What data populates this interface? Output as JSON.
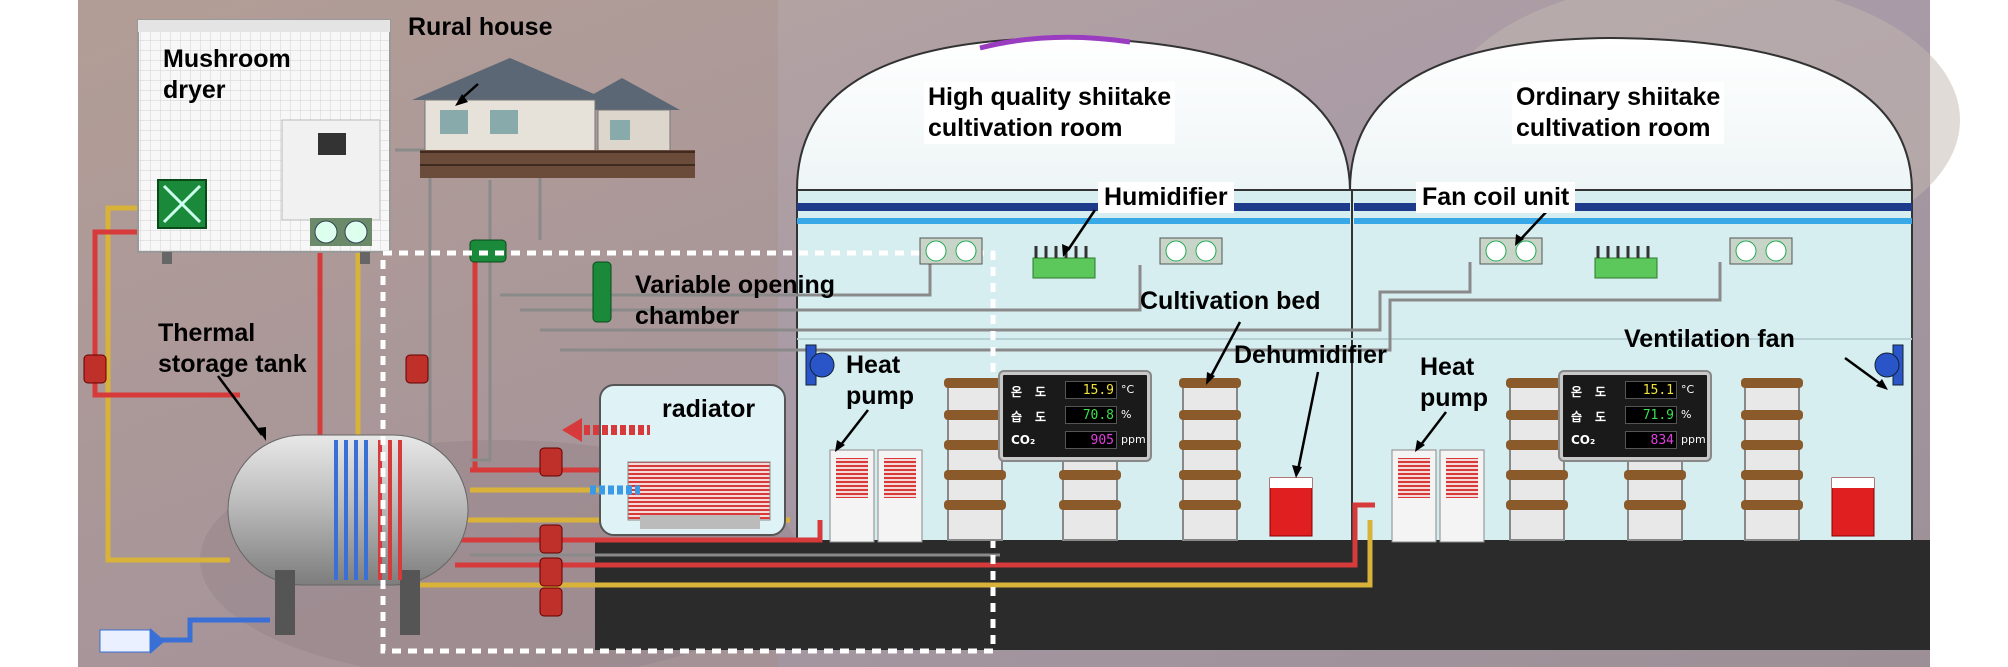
{
  "labels": {
    "mushroom_dryer": [
      "Mushroom",
      "dryer"
    ],
    "rural_house": "Rural house",
    "high_quality_room": [
      "High quality shiitake",
      "cultivation room"
    ],
    "ordinary_room": [
      "Ordinary shiitake",
      "cultivation room"
    ],
    "humidifier": "Humidifier",
    "fan_coil_unit": "Fan coil unit",
    "variable_opening_chamber": [
      "Variable opening",
      "chamber"
    ],
    "cultivation_bed": "Cultivation bed",
    "thermal_storage_tank": [
      "Thermal",
      "storage tank"
    ],
    "heat_pump_left": [
      "Heat",
      "pump"
    ],
    "heat_pump_right": [
      "Heat",
      "pump"
    ],
    "radiator": "radiator",
    "dehumidifier": "Dehumidifier",
    "ventilation_fan": "Ventilation fan"
  },
  "panels": [
    {
      "temp_label": [
        "온",
        "도"
      ],
      "temp_value": "15.9",
      "temp_unit": "°C",
      "hum_label": [
        "습",
        "도"
      ],
      "hum_value": "70.8",
      "hum_unit": "%",
      "co2_label": "CO₂",
      "co2_value": "905",
      "co2_unit": "ppm"
    },
    {
      "temp_label": [
        "온",
        "도"
      ],
      "temp_value": "15.1",
      "temp_unit": "°C",
      "hum_label": [
        "습",
        "도"
      ],
      "hum_value": "71.9",
      "hum_unit": "%",
      "co2_label": "CO₂",
      "co2_value": "834",
      "co2_unit": "ppm"
    }
  ],
  "colors": {
    "hot_pipe": "#d63a3a",
    "warm_pipe": "#d9b23a",
    "cold_pipe": "#3a6fd6",
    "return_pipe": "#8a8a8a",
    "room_fill": "#d6eef0",
    "floor": "#2b2b2b",
    "temp_text": "#f0e23a",
    "hum_text": "#3ae04a",
    "co2_text": "#e040e0"
  }
}
